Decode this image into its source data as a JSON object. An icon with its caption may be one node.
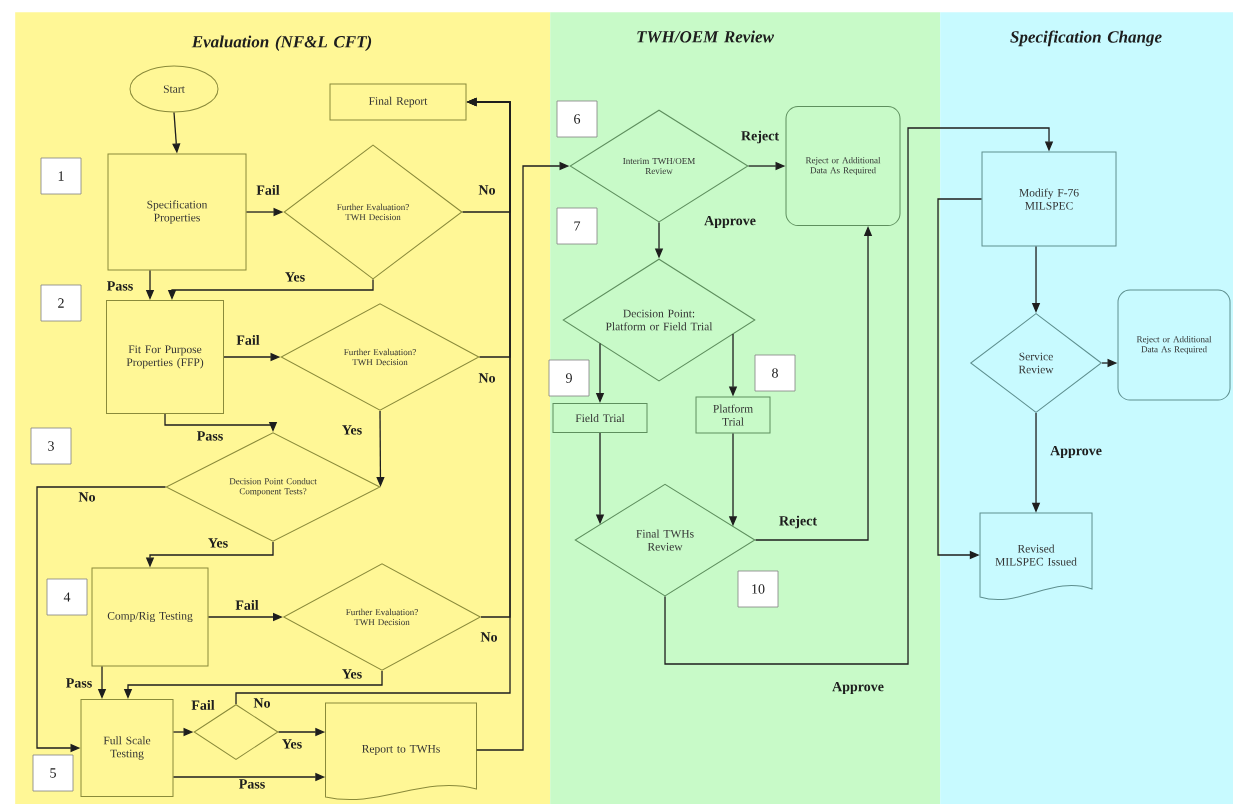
{
  "diagram": {
    "nodes": [
      {
        "text": [
          "Evaluation (NF&L CFT)"
        ]
      },
      {
        "text": [
          "TWH/OEM Review"
        ]
      },
      {
        "text": [
          "Specification Change"
        ]
      },
      {
        "text": [
          "Start"
        ],
        "in": 0
      },
      {
        "text": [
          "Final Report"
        ],
        "in": 0
      },
      {
        "text": [
          "Specification Properties"
        ],
        "in": 0
      },
      {
        "text": [
          "Further Evaluation? TWH Decision"
        ],
        "in": 0
      },
      {
        "text": [
          "Fit For Purpose Properties (FFP)"
        ],
        "in": 0
      },
      {
        "text": [
          "Further Evaluation? TWH Decision"
        ],
        "in": 0
      },
      {
        "text": [
          "Decision Point Conduct Component Tests?"
        ],
        "in": 0
      },
      {
        "text": [
          "Comp/Rig Testing"
        ],
        "in": 0
      },
      {
        "text": [
          "Further Evaluation? TWH Decision"
        ],
        "in": 0
      },
      {
        "text": [
          "Full Scale Testing"
        ],
        "in": 0
      },
      {
        "text": [],
        "shape": "diamond",
        "in": 0
      },
      {
        "text": [
          "Report to TWHs"
        ],
        "in": 0
      },
      {
        "text": [
          "Interim TWH/OEM Review"
        ],
        "in": 1
      },
      {
        "text": [
          "Reject or Additional Data As Required"
        ],
        "in": 1
      },
      {
        "text": [
          "Decision Point: Platform or Field Trial"
        ],
        "in": 1
      },
      {
        "text": [
          "Field Trial"
        ],
        "in": 1
      },
      {
        "text": [
          "Platform Trial"
        ],
        "in": 1
      },
      {
        "text": [
          "Final TWHs Review"
        ],
        "in": 1
      },
      {
        "text": [
          "Modify F-76 MILSPEC"
        ],
        "in": 2
      },
      {
        "text": [
          "Service Review"
        ],
        "in": 2
      },
      {
        "text": [
          "Reject or Additional Data As Required"
        ],
        "in": 2
      },
      {
        "text": [
          "Revised MILSPEC Issued"
        ],
        "in": 2
      }
    ],
    "edges": [
      {
        "from": 3,
        "to": 5,
        "arrow": "to"
      },
      {
        "from": 5,
        "to": 6,
        "arrow": "to",
        "label": "Fail"
      },
      {
        "from": 6,
        "to": 4,
        "arrow": "to",
        "label": "No"
      },
      {
        "from": 5,
        "to": 7,
        "arrow": "to",
        "label": "Pass"
      },
      {
        "from": 6,
        "to": 7,
        "arrow": "to",
        "label": "Yes"
      },
      {
        "from": 7,
        "to": 8,
        "arrow": "to",
        "label": "Fail"
      },
      {
        "from": 8,
        "to": 4,
        "arrow": "to",
        "label": "No"
      },
      {
        "from": 7,
        "to": 9,
        "arrow": "to",
        "label": "Pass"
      },
      {
        "from": 8,
        "to": 9,
        "arrow": "to",
        "label": "Yes"
      },
      {
        "from": 9,
        "to": 12,
        "arrow": "to",
        "label": "No"
      },
      {
        "from": 9,
        "to": 10,
        "arrow": "to",
        "label": "Yes"
      },
      {
        "from": 10,
        "to": 11,
        "arrow": "to",
        "label": "Fail"
      },
      {
        "from": 11,
        "to": 4,
        "arrow": "to",
        "label": "No"
      },
      {
        "from": 10,
        "to": 12,
        "arrow": "to",
        "label": "Pass"
      },
      {
        "from": 11,
        "to": 12,
        "arrow": "to",
        "label": "Yes"
      },
      {
        "from": 12,
        "to": 13,
        "arrow": "to",
        "label": "Fail"
      },
      {
        "from": 13,
        "to": 4,
        "arrow": "to",
        "label": "No"
      },
      {
        "from": 13,
        "to": 14,
        "arrow": "to",
        "label": "Yes"
      },
      {
        "from": 12,
        "to": 14,
        "arrow": "to",
        "label": "Pass"
      },
      {
        "from": 14,
        "to": 15,
        "arrow": "to"
      },
      {
        "from": 15,
        "to": 16,
        "arrow": "to",
        "label": "Reject"
      },
      {
        "from": 15,
        "to": 17,
        "arrow": "to",
        "label": "Approve"
      },
      {
        "from": 17,
        "to": 18,
        "arrow": "to"
      },
      {
        "from": 17,
        "to": 19,
        "arrow": "to"
      },
      {
        "from": 18,
        "to": 20,
        "arrow": "to"
      },
      {
        "from": 19,
        "to": 20,
        "arrow": "to"
      },
      {
        "from": 20,
        "to": 16,
        "arrow": "to",
        "label": "Reject"
      },
      {
        "from": 20,
        "to": 21,
        "arrow": "to",
        "label": "Approve"
      },
      {
        "from": 21,
        "to": 22,
        "arrow": "to"
      },
      {
        "from": 22,
        "to": 23,
        "arrow": "to"
      },
      {
        "from": 22,
        "to": 24,
        "arrow": "to",
        "label": "Approve"
      },
      {
        "from": 21,
        "to": 24,
        "arrow": "to"
      }
    ],
    "labels": [
      "1",
      "2",
      "3",
      "4",
      "5",
      "6",
      "7",
      "9",
      "8",
      "10"
    ]
  }
}
